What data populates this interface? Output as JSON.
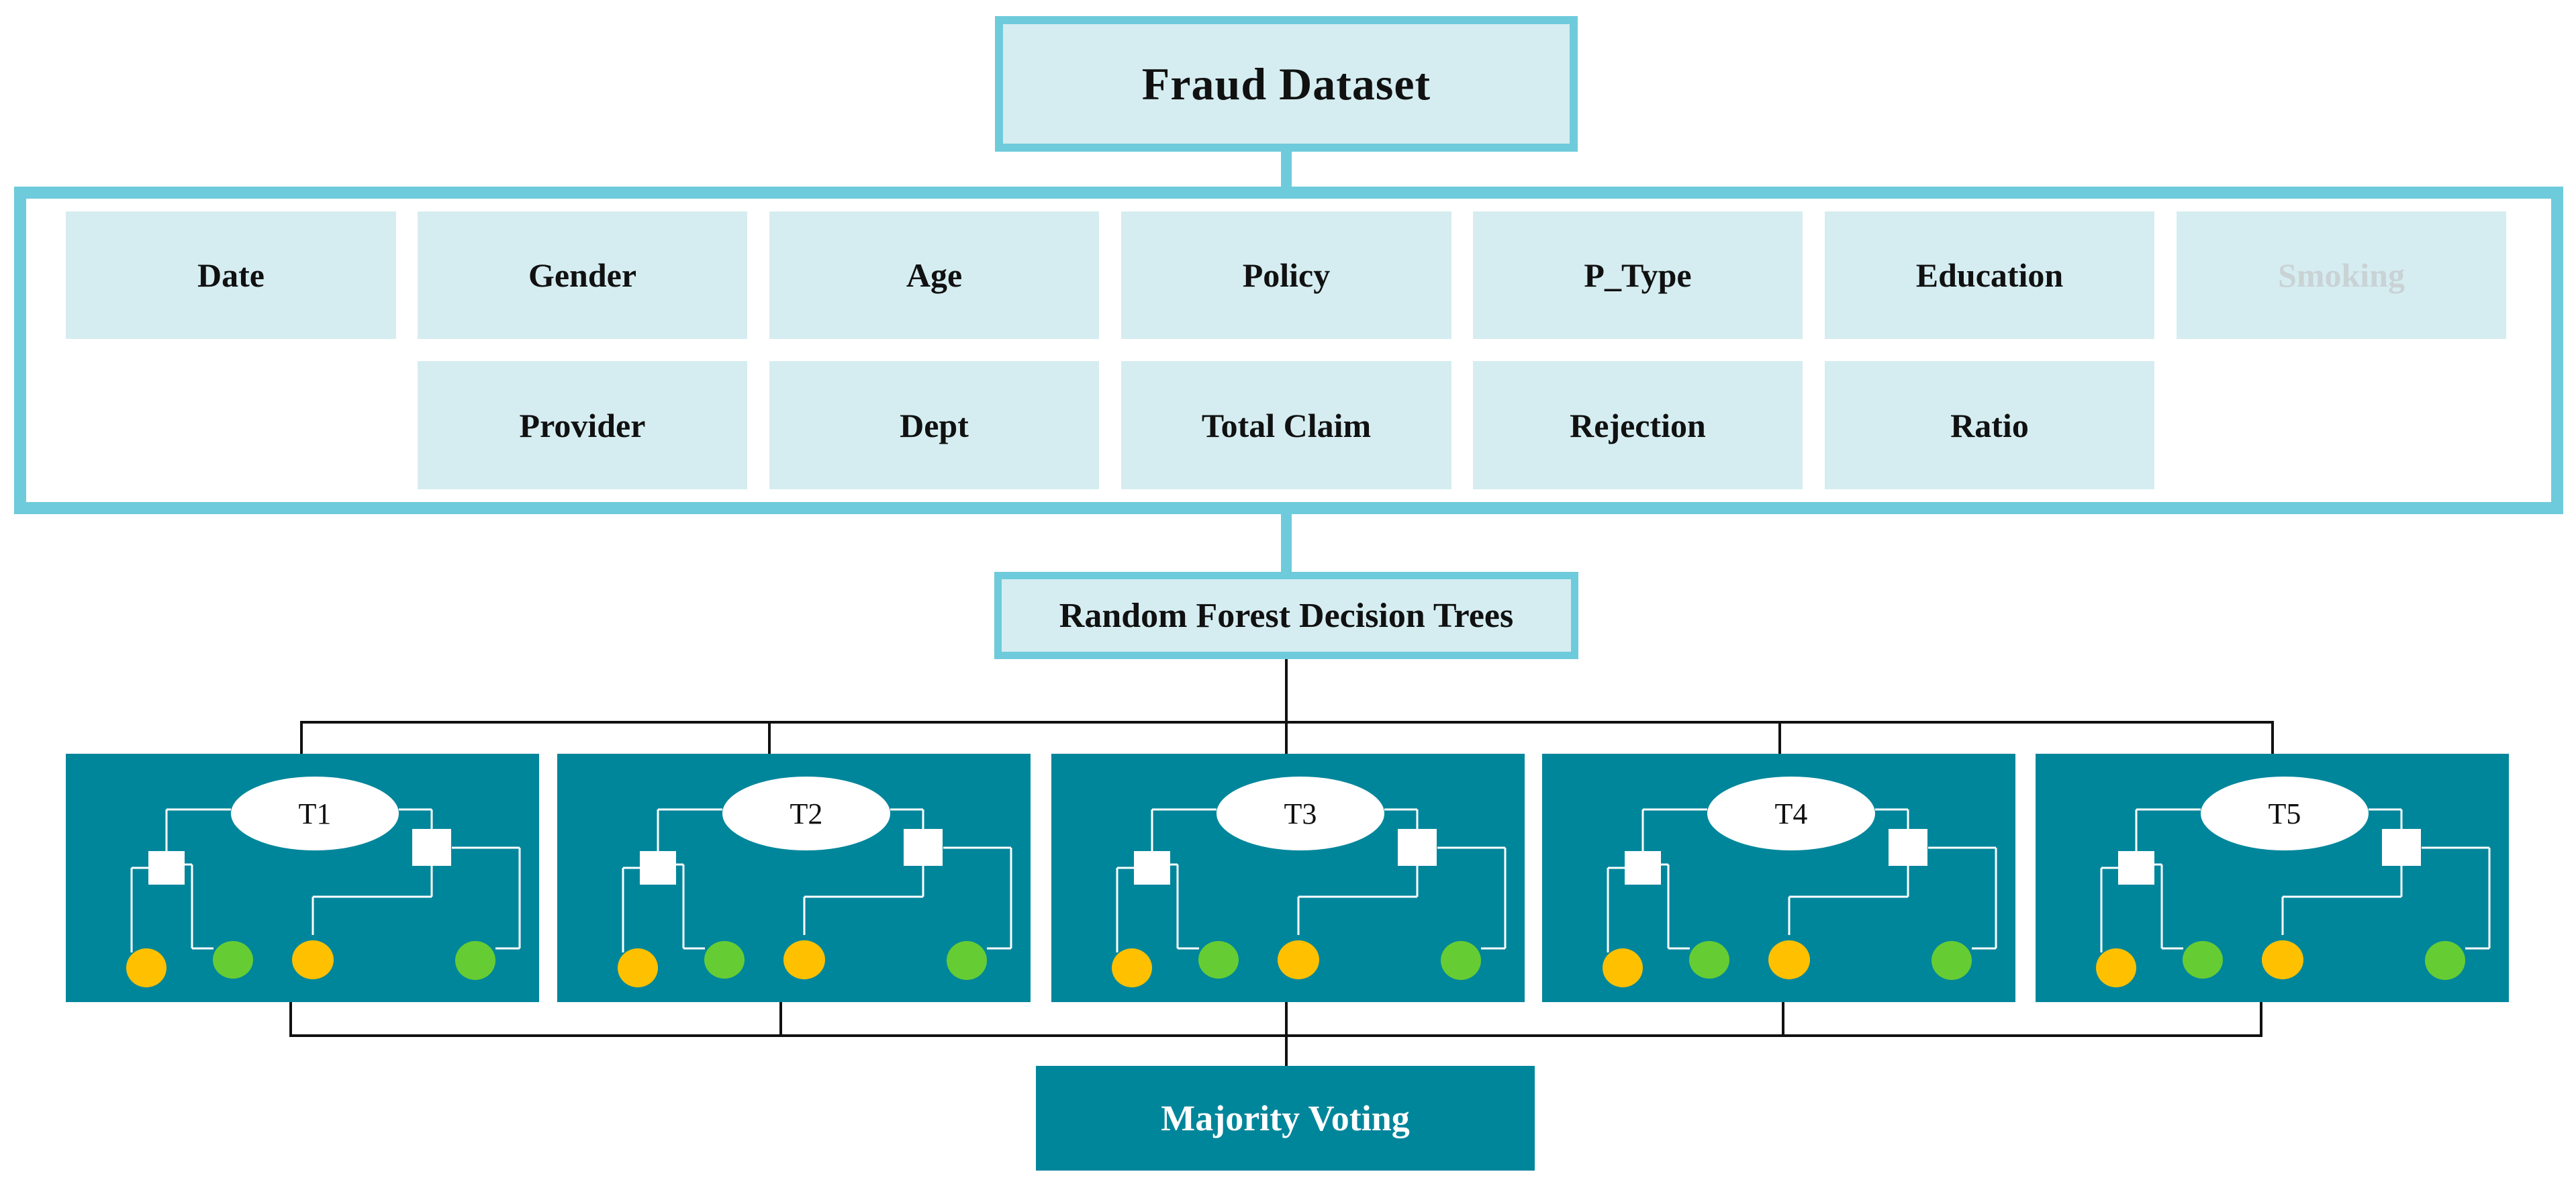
{
  "title": "Fraud Dataset",
  "features": {
    "row1": [
      {
        "label": "Date",
        "faded": false
      },
      {
        "label": "Gender",
        "faded": false
      },
      {
        "label": "Age",
        "faded": false
      },
      {
        "label": "Policy",
        "faded": false
      },
      {
        "label": "P_Type",
        "faded": false
      },
      {
        "label": "Education",
        "faded": false
      },
      {
        "label": "Smoking",
        "faded": true
      }
    ],
    "row2": [
      {
        "label": "Provider"
      },
      {
        "label": "Dept"
      },
      {
        "label": "Total Claim"
      },
      {
        "label": "Rejection"
      },
      {
        "label": "Ratio"
      }
    ]
  },
  "model": {
    "label": "Random Forest Decision Trees"
  },
  "trees": [
    {
      "label": "T1"
    },
    {
      "label": "T2"
    },
    {
      "label": "T3"
    },
    {
      "label": "T4"
    },
    {
      "label": "T5"
    }
  ],
  "output": {
    "label": "Majority Voting"
  },
  "colors": {
    "accent_border": "#6ecbdb",
    "light_fill": "#d5edf1",
    "panel_fill": "#00869b",
    "leaf_yellow": "#ffc000",
    "leaf_green": "#66cc33",
    "connector": "#111111",
    "faded_text": "#c9d2d4"
  }
}
